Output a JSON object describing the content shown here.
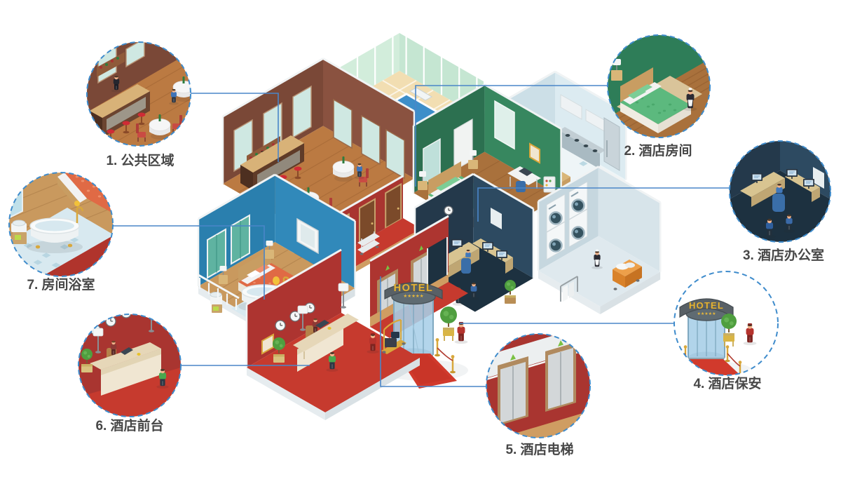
{
  "page": {
    "background": "#ffffff",
    "kind": "isometric-hotel-infographic"
  },
  "colors": {
    "connector_blue": "#4a86c8",
    "circle_border": "#3f8ccc",
    "label_text": "#474747",
    "red_wall": "#ad3530",
    "red_floor": "#c63a2e",
    "green_wall": "#2e7d58",
    "navy_wall": "#24394b",
    "blue_wall": "#2a7fae",
    "wood_floor": "#bb7a42"
  },
  "hotel_sign": {
    "text": "HOTEL",
    "stars": "★★★★★"
  },
  "callouts": [
    {
      "number": "1",
      "title": "公共区域",
      "label": "1. 公共区域",
      "name": "public-area"
    },
    {
      "number": "2",
      "title": "酒店房间",
      "label": "2. 酒店房间",
      "name": "hotel-room"
    },
    {
      "number": "3",
      "title": "酒店办公室",
      "label": "3. 酒店办公室",
      "name": "hotel-office"
    },
    {
      "number": "4",
      "title": "酒店保安",
      "label": "4. 酒店保安",
      "name": "hotel-security"
    },
    {
      "number": "5",
      "title": "酒店电梯",
      "label": "5. 酒店电梯",
      "name": "hotel-elevator"
    },
    {
      "number": "6",
      "title": "酒店前台",
      "label": "6. 酒店前台",
      "name": "hotel-front-desk"
    },
    {
      "number": "7",
      "title": "房间浴室",
      "label": "7. 房间浴室",
      "name": "room-bathroom"
    }
  ]
}
